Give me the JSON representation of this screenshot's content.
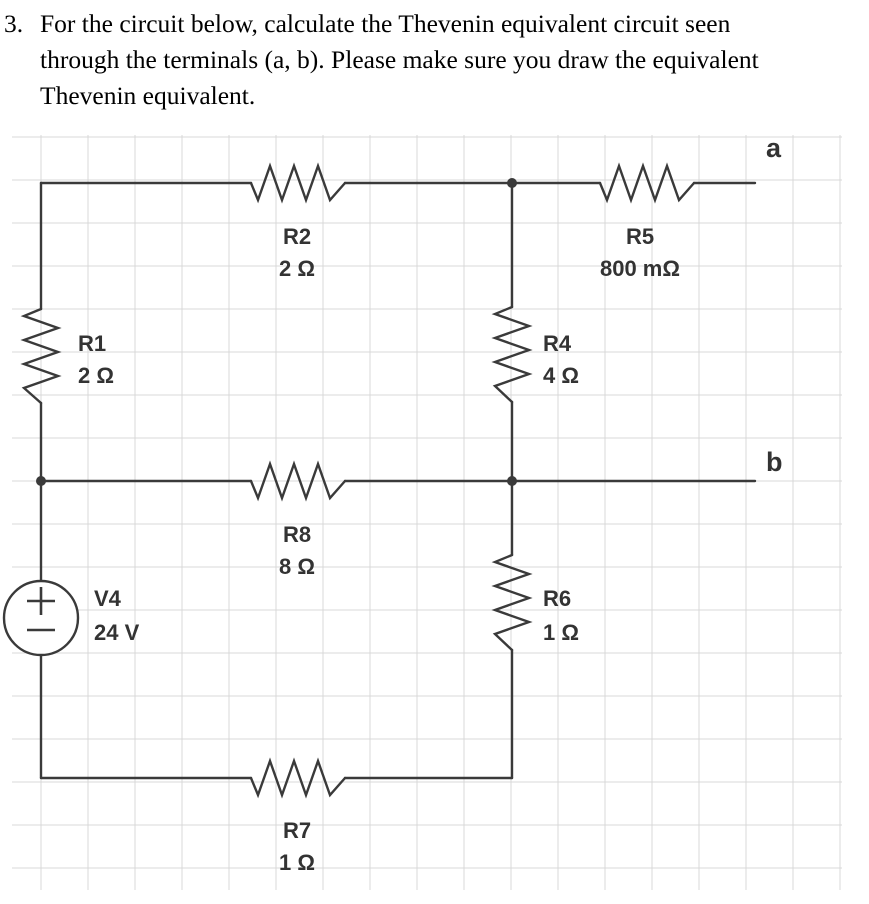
{
  "problem": {
    "number": "3.",
    "lines": [
      "For the circuit below, calculate the Thevenin equivalent circuit seen",
      "through the terminals (a, b). Please make sure you draw the equivalent",
      "Thevenin equivalent."
    ]
  },
  "circuit": {
    "resistors": [
      {
        "id": "R2",
        "name": "R2",
        "value": "2 Ω"
      },
      {
        "id": "R5",
        "name": "R5",
        "value": "800 mΩ"
      },
      {
        "id": "R1",
        "name": "R1",
        "value": "2 Ω"
      },
      {
        "id": "R4",
        "name": "R4",
        "value": "4 Ω"
      },
      {
        "id": "R8",
        "name": "R8",
        "value": "8 Ω"
      },
      {
        "id": "R6",
        "name": "R6",
        "value": "1 Ω"
      },
      {
        "id": "R7",
        "name": "R7",
        "value": "1 Ω"
      }
    ],
    "source": {
      "name": "V4",
      "value": "24 V"
    },
    "terminals": {
      "a": "a",
      "b": "b"
    }
  },
  "colors": {
    "wire": "#3a3a3a",
    "grid": "#d9d9d9",
    "text": "#333333"
  }
}
